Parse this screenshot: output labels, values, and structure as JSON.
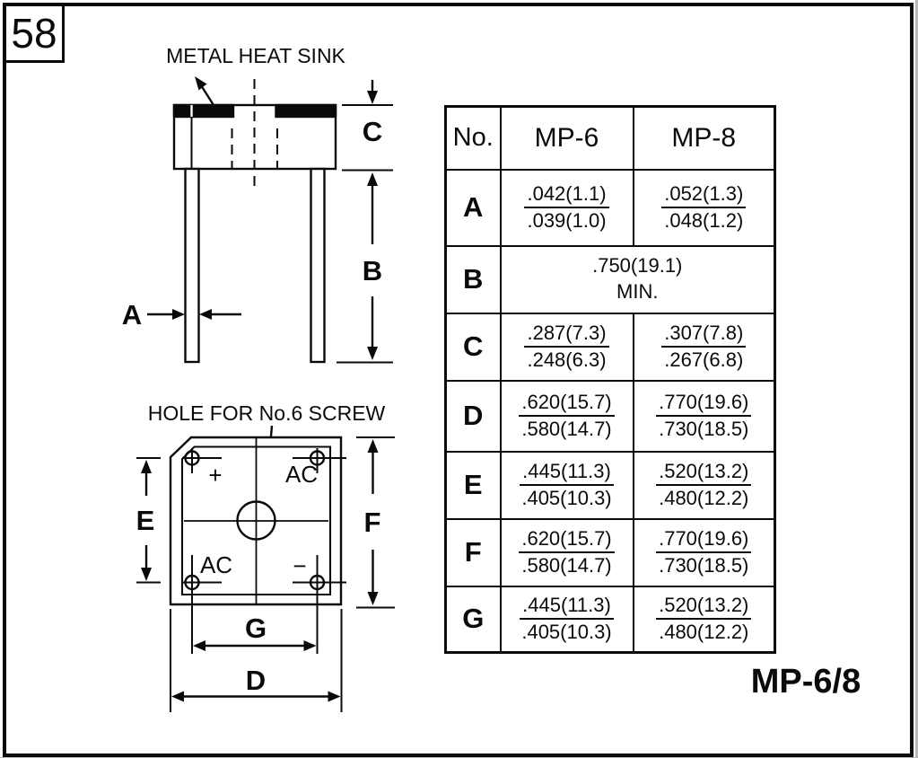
{
  "page": {
    "number": "58",
    "footer_label": "MP-6/8"
  },
  "side_view": {
    "caption": "METAL HEAT SINK",
    "dims": {
      "a": "A",
      "b": "B",
      "c": "C"
    }
  },
  "bottom_view": {
    "caption": "HOLE FOR No.6 SCREW",
    "pins": {
      "top_left": "+",
      "top_right": "AC",
      "bottom_left": "AC",
      "bottom_right": "−"
    },
    "dims": {
      "d": "D",
      "e": "E",
      "f": "F",
      "g": "G"
    }
  },
  "table": {
    "headers": [
      "No.",
      "MP-6",
      "MP-8"
    ],
    "rows": [
      {
        "no": "A",
        "mp6": {
          "max": ".042(1.1)",
          "min": ".039(1.0)"
        },
        "mp8": {
          "max": ".052(1.3)",
          "min": ".048(1.2)"
        }
      },
      {
        "no": "B",
        "value": ".750(19.1)",
        "note": "MIN."
      },
      {
        "no": "C",
        "mp6": {
          "max": ".287(7.3)",
          "min": ".248(6.3)"
        },
        "mp8": {
          "max": ".307(7.8)",
          "min": ".267(6.8)"
        }
      },
      {
        "no": "D",
        "mp6": {
          "max": ".620(15.7)",
          "min": ".580(14.7)"
        },
        "mp8": {
          "max": ".770(19.6)",
          "min": ".730(18.5)"
        }
      },
      {
        "no": "E",
        "mp6": {
          "max": ".445(11.3)",
          "min": ".405(10.3)"
        },
        "mp8": {
          "max": ".520(13.2)",
          "min": ".480(12.2)"
        }
      },
      {
        "no": "F",
        "mp6": {
          "max": ".620(15.7)",
          "min": ".580(14.7)"
        },
        "mp8": {
          "max": ".770(19.6)",
          "min": ".730(18.5)"
        }
      },
      {
        "no": "G",
        "mp6": {
          "max": ".445(11.3)",
          "min": ".405(10.3)"
        },
        "mp8": {
          "max": ".520(13.2)",
          "min": ".480(12.2)"
        }
      }
    ]
  },
  "colors": {
    "ink": "#0a0a0a",
    "paper": "#ffffff"
  }
}
